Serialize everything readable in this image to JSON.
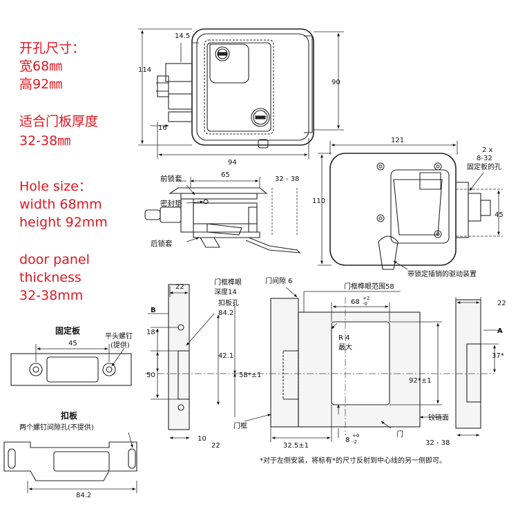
{
  "spec_cn": {
    "title": "开孔尺寸：",
    "width": "宽68㎜",
    "height": "高92㎜",
    "thickness_title": "适合门板厚度",
    "thickness": "32-38㎜"
  },
  "spec_en": {
    "hole_size": "Hole size：",
    "width": "width 68mm",
    "height": "height 92mm",
    "thickness_1": "door panel",
    "thickness_2": "thickness",
    "thickness_3": "32-38mm"
  },
  "front_view": {
    "dim_width": "94",
    "dim_height": "114",
    "dim_145": "14.5",
    "dim_16": "16",
    "dim_90": "90"
  },
  "side_view": {
    "label_front": "前锁套",
    "label_seal": "密封垫",
    "label_rear": "后锁套",
    "dim_65": "65",
    "dim_32_38": "32 - 38"
  },
  "back_view": {
    "dim_121": "121",
    "dim_110": "110",
    "dim_45": "45",
    "holes_1": "2 x",
    "holes_2": "8-32",
    "holes_3": "固定板的孔",
    "drive_label": "带锁定插销的驱动装置"
  },
  "fixing_plate": {
    "title": "固定板",
    "dim_45": "45",
    "screw_1": "平头螺钉",
    "screw_2": "(提供)"
  },
  "strike_plate": {
    "title": "扣板",
    "note": "两个螺钉间隙孔(不提供)",
    "dim_842": "84.2"
  },
  "jamb_view": {
    "dim_22_top": "22",
    "label_b": "B",
    "dim_18": "18*",
    "dim_50": "50",
    "dim_10": "10",
    "dim_22_bottom": "22",
    "mortise_1": "门框榫眼",
    "mortise_2": "深度14",
    "mortise_3": "扣板孔",
    "mortise_4": "84.2",
    "dim_421": "42.1",
    "dim_58": "58*±1",
    "door_frame": "门框"
  },
  "door_view": {
    "gap": "门间隙 6",
    "range": "门框榫眼范围58",
    "dim_68": "68",
    "tol_68_up": "+2",
    "tol_68_dn": "-0",
    "r4": "R 4",
    "max": "最大",
    "dim_92": "92*±1",
    "hinge": "铰链面",
    "door": "门",
    "dim_325": "32.5±1",
    "dim_8": "8",
    "tol_8_up": "+0",
    "tol_8_dn": "-2"
  },
  "right_view": {
    "dim_22": "22",
    "label_a": "A",
    "dim_37": "37*",
    "dim_32_38": "32 - 38"
  },
  "footnote": "*对于左侧安装，将标有*的尺寸反射到中心线的另一侧即可。"
}
